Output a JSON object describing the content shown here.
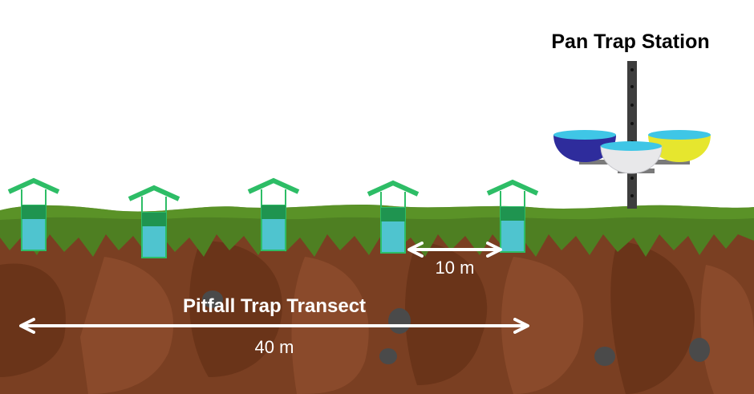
{
  "labels": {
    "pan_station": "Pan Trap Station",
    "transect": "Pitfall Trap Transect",
    "spacing": "10 m",
    "length": "40 m"
  },
  "colors": {
    "sky": "#ffffff",
    "grass": "#4e7f22",
    "grass_dark": "#3d6a18",
    "soil": "#7a3f22",
    "soil_dark": "#5f2e17",
    "soil_light": "#8f5030",
    "rock": "#4a4a4a",
    "trap_green": "#2dbd66",
    "trap_dark": "#1f9450",
    "trap_water": "#4fc4cf",
    "pole": "#3d3d3d",
    "bowl_blue": "#2e2c9c",
    "bowl_white": "#e8e8ea",
    "bowl_yellow": "#e6e62e",
    "bowl_water": "#3fc6e6",
    "arrow": "#ffffff"
  },
  "pitfall_traps": [
    {
      "id": "trap-1"
    },
    {
      "id": "trap-2"
    },
    {
      "id": "trap-3"
    },
    {
      "id": "trap-4"
    },
    {
      "id": "trap-5"
    }
  ],
  "pan_bowls": [
    {
      "id": "blue",
      "color": "bowl_blue"
    },
    {
      "id": "yellow",
      "color": "bowl_yellow"
    },
    {
      "id": "white",
      "color": "bowl_white"
    }
  ]
}
